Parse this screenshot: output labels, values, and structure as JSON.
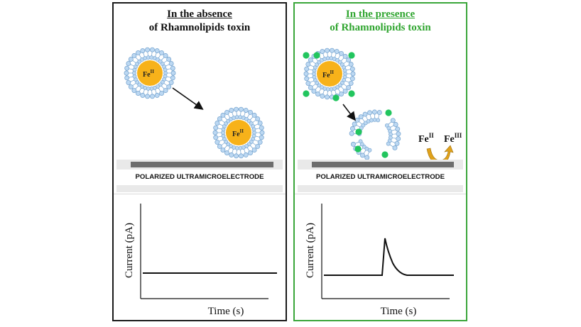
{
  "left_panel": {
    "title_line1": "In the absence",
    "title_line2": "of Rhamnolipids toxin",
    "vesicle_label": "Fe",
    "vesicle_label_sup": "II",
    "electrode_label": "POLARIZED ULTRAMICROELECTRODE",
    "plot_ylabel": "Current (pA)",
    "plot_xlabel": "Time (s)"
  },
  "right_panel": {
    "title_line1": "In the presence",
    "title_line2": "of Rhamnolipids toxin",
    "vesicle_label": "Fe",
    "vesicle_label_sup": "II",
    "released_species": "Fe",
    "released_species_sup": "II",
    "oxidized_species": "Fe",
    "oxidized_species_sup": "III",
    "electrode_label": "POLARIZED ULTRAMICROELECTRODE",
    "plot_ylabel": "Current (pA)",
    "plot_xlabel": "Time (s)"
  },
  "colors": {
    "left_border": "#1a1a1a",
    "right_border": "#3aa63a",
    "right_title": "#2fa52f",
    "vesicle_core": "#f7b21a",
    "lipid_head": "#bcd8f2",
    "lipid_outline": "#6f9fcc",
    "toxin": "#22c55e",
    "electrode": "#6d6d6d",
    "redox_arrow": "#e0a21b"
  }
}
